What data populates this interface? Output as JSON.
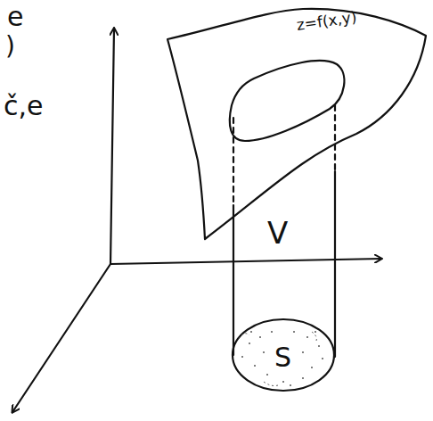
{
  "diagram": {
    "labels": [
      "z=f(x,y)",
      "V",
      "S",
      "e",
      ")",
      "č,e"
    ]
  }
}
